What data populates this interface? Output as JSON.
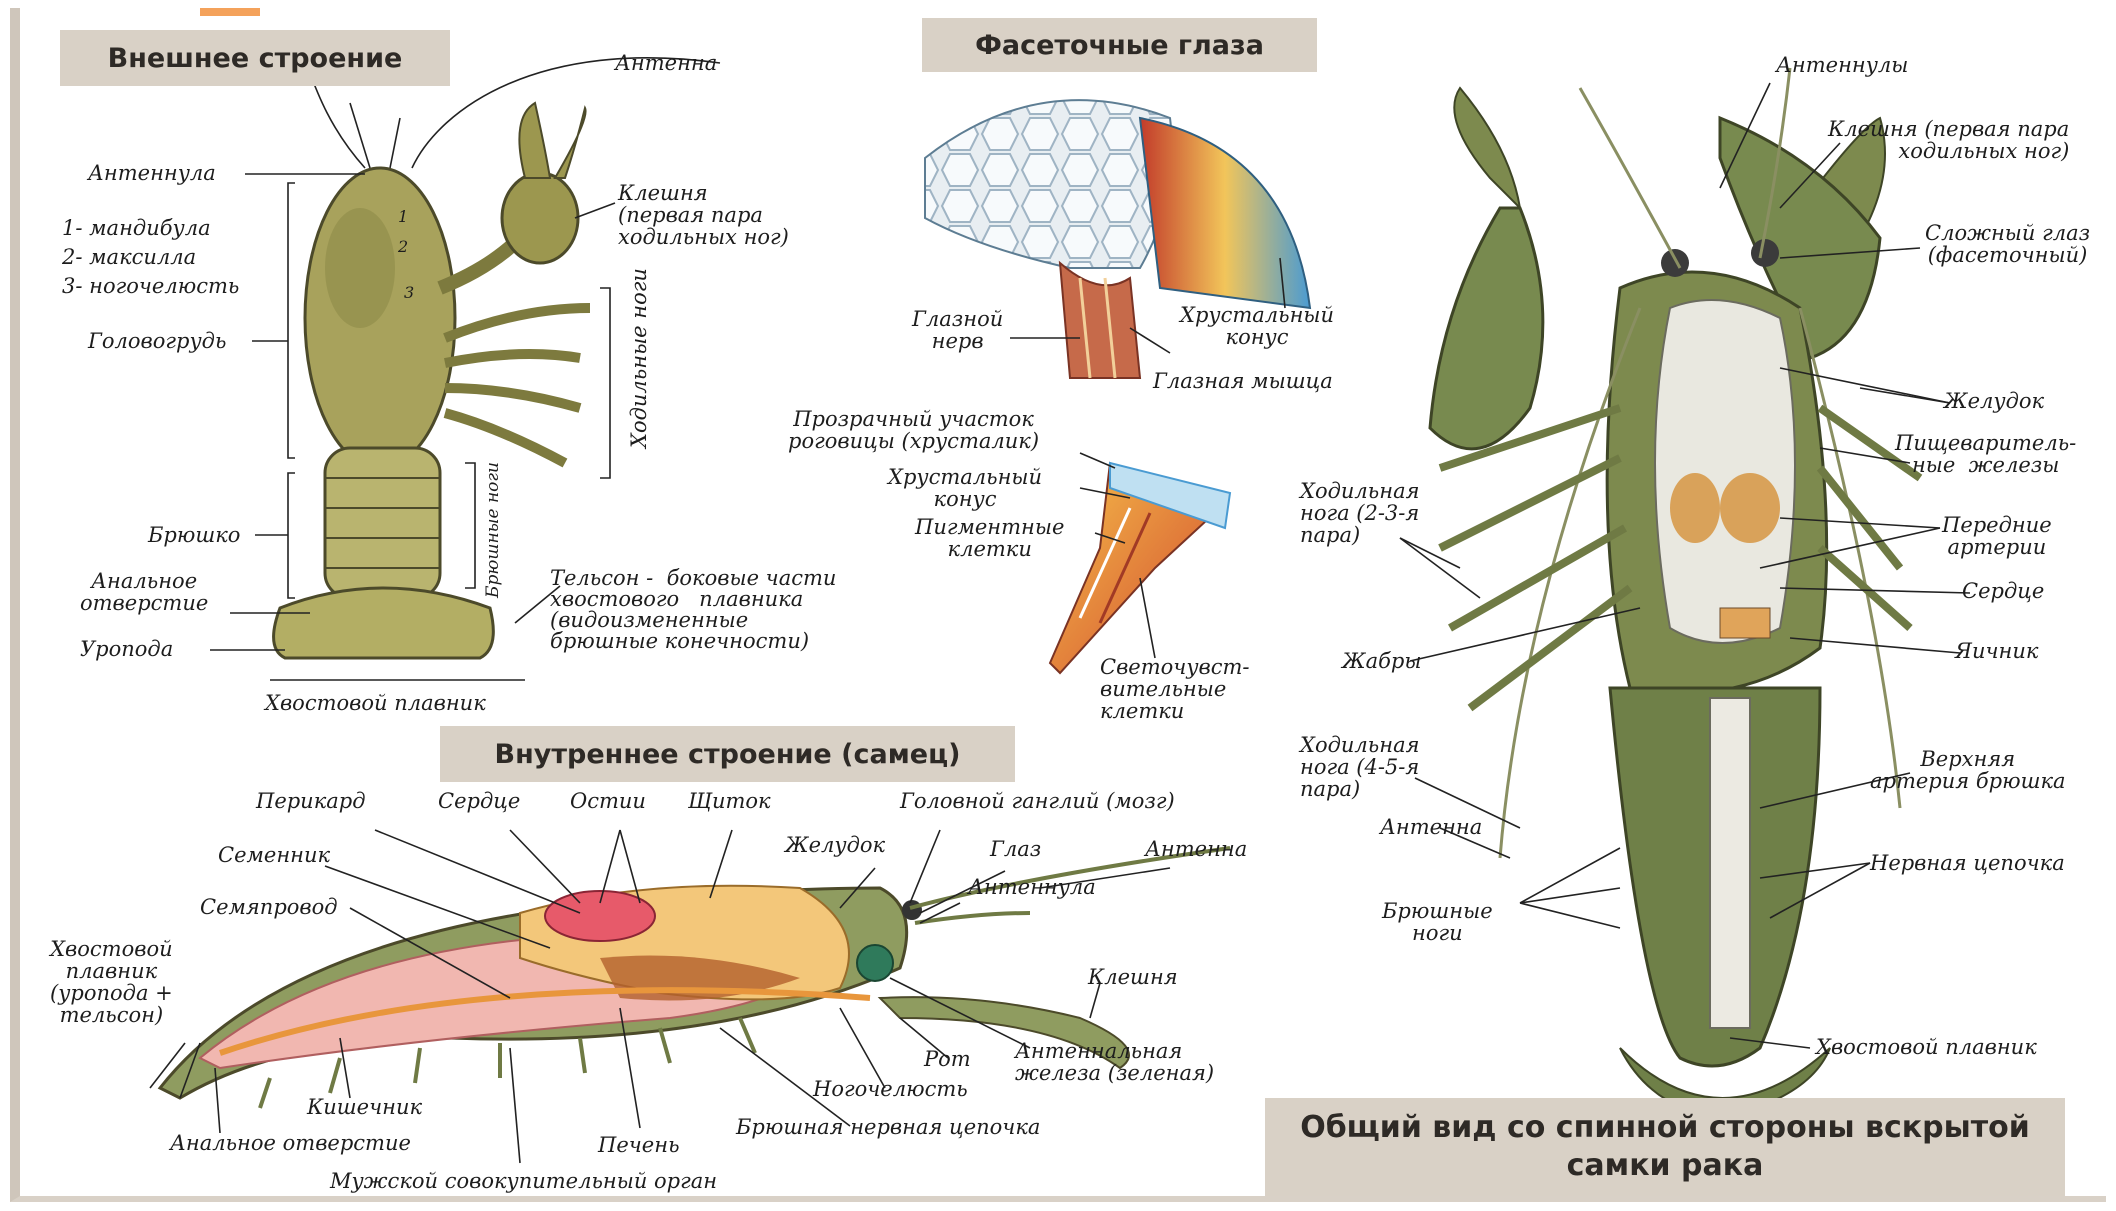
{
  "titles": {
    "external": "Внешнее строение",
    "compound_eyes": "Фасеточные глаза",
    "internal": "Внутреннее строение  (самец)",
    "general_view": "Общий вид со спинной стороны вскрытой\nсамки рака"
  },
  "external_labels": {
    "antenna": "Антенна",
    "antennula": "Антеннула",
    "mouthparts": "1- мандибула\n2- максилла\n3- ногочелюсть",
    "cephalothorax": "Головогрудь",
    "claw": "Клешня\n(первая пара\nходильных ног)",
    "walking_legs": "Ходильные ноги",
    "swimming_legs": "Брюшные ноги",
    "abdomen": "Брюшко",
    "anal_opening": "Анальное\nотверстие",
    "uropod": "Уропода",
    "telson": "Тельсон -  боковые части\nхвостового   плавника\n(видоизмененные\nбрюшные конечности)",
    "tail_fin": "Хвостовой плавник",
    "num1": "1",
    "num2": "2",
    "num3": "3"
  },
  "eye_labels": {
    "optic_nerve": "Глазной\nнерв",
    "crystal_cone": "Хрустальный\nконус",
    "eye_muscle": "Глазная мышца",
    "cornea": "Прозрачный участок\nроговицы (хрусталик)",
    "crystal_cone2": "Хрустальный\nконус",
    "pigment_cells": "Пигментные\nклетки",
    "photo_cells": "Светочувст-\nвительные\nклетки"
  },
  "internal_labels": {
    "pericardium": "Перикард",
    "heart": "Сердце",
    "ostia": "Остии",
    "shield": "Щиток",
    "ganglion": "Головной ганглий (мозг)",
    "testis": "Семенник",
    "stomach": "Желудок",
    "eye": "Глаз",
    "antenna": "Антенна",
    "vas_deferens": "Семяпровод",
    "antennula": "Антеннула",
    "tail_fin": "Хвостовой\nплавник\n(уропода +\nтельсон)",
    "claw": "Клешня",
    "mouth": "Рот",
    "antennal_gland": "Антеннальная\nжелеза (зеленая)",
    "intestine": "Кишечник",
    "maxilliped": "Ногочелюсть",
    "anal_opening": "Анальное отверстие",
    "liver": "Печень",
    "nerve_cord": "Брюшная нервная цепочка",
    "copulatory": "Мужской совокупительный орган"
  },
  "dorsal_labels": {
    "antennules": "Антеннулы",
    "claw": "Клешня (первая пара\nходильных ног)",
    "compound_eye": "Сложный глаз\n(фасеточный)",
    "stomach": "Желудок",
    "digestive_glands": "Пищеваритель-\nные  железы",
    "walking_leg_23": "Ходильная\nнога (2-3-я\nпара)",
    "anterior_arteries": "Передние\nартерии",
    "heart": "Сердце",
    "gills": "Жабры",
    "ovary": "Яичник",
    "abdominal_artery": "Верхняя\nартерия брюшка",
    "walking_leg_45": "Ходильная\nнога (4-5-я\nпара)",
    "antenna": "Антенна",
    "nerve_chain": "Нервная цепочка",
    "swimmerets": "Брюшные\nноги",
    "tail_fin": "Хвостовой плавник"
  },
  "colors": {
    "title_bg": "#d9d1c6",
    "crayfish_green": "#7d8a4e",
    "internal_pink": "#e8a0a0",
    "stomach_yellow": "#f3c77a",
    "eye_blue": "#5aa5d6"
  }
}
